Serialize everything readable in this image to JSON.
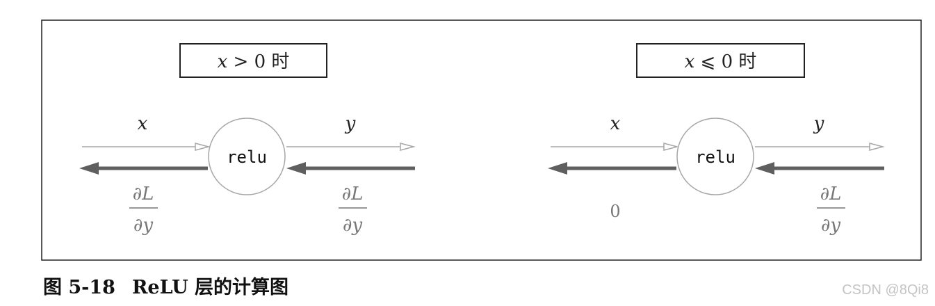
{
  "panels": [
    {
      "condition_var": "x",
      "condition_rest": " > 0 时",
      "input_label": "x",
      "output_label": "y",
      "node_label": "relu",
      "upstream_grad": {
        "num": "∂L",
        "den": "∂y"
      },
      "downstream_grad": {
        "num": "∂L",
        "den": "∂y",
        "plain": ""
      }
    },
    {
      "condition_var": "x",
      "condition_rest": " ⩽ 0 时",
      "input_label": "x",
      "output_label": "y",
      "node_label": "relu",
      "upstream_grad": {
        "num": "∂L",
        "den": "∂y"
      },
      "downstream_grad": {
        "num": "",
        "den": "",
        "plain": "0"
      }
    }
  ],
  "caption": {
    "number": "图 5-18",
    "text": "ReLU 层的计算图"
  },
  "watermark": "CSDN @8Qi8",
  "colors": {
    "forward_arrow": "#a6a6a6",
    "backward_arrow": "#5f5f5f",
    "node_stroke": "#a6a6a6",
    "frame": "#222222",
    "grad_text": "#777777"
  }
}
